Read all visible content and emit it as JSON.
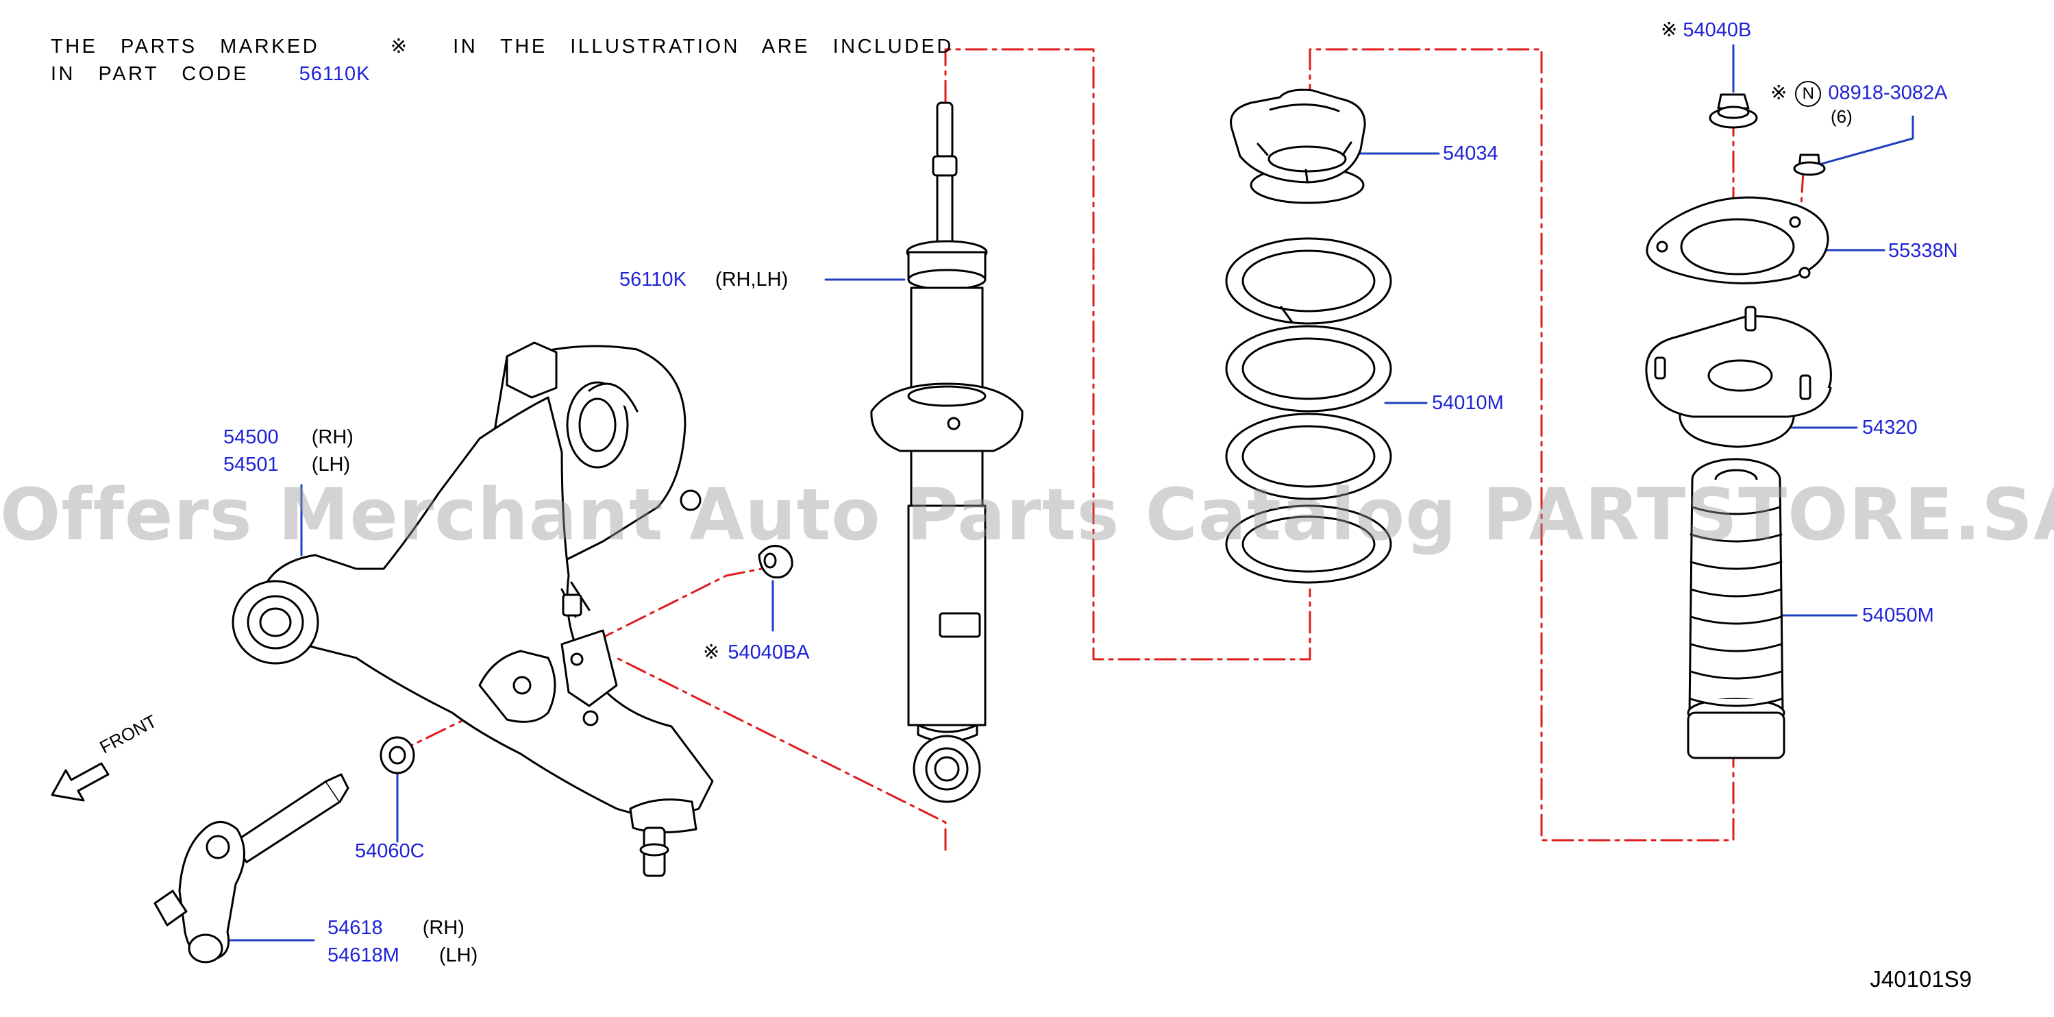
{
  "note": {
    "line1_a": "THE PARTS MARKED",
    "mark": "※",
    "line1_b": "IN THE ILLUSTRATION ARE INCLUDED",
    "line2_a": "IN PART CODE",
    "line2_code": "56110K"
  },
  "labels": {
    "p56110K": "56110K",
    "p56110K_side": "(RH,LH)",
    "p54034": "54034",
    "p54010M": "54010M",
    "p54040B_mark": "※",
    "p54040B": "54040B",
    "p08918_mark": "※",
    "p08918_n": "N",
    "p08918": "08918-3082A",
    "p08918_qty": "(6)",
    "p55338N": "55338N",
    "p54320": "54320",
    "p54050M": "54050M",
    "p54500": "54500",
    "p54500_side": "(RH)",
    "p54501": "54501",
    "p54501_side": "(LH)",
    "p54040BA_mark": "※",
    "p54040BA": "54040BA",
    "p54060C": "54060C",
    "p54618": "54618",
    "p54618_side": "(RH)",
    "p54618M": "54618M",
    "p54618M_side": "(LH)",
    "front": "FRONT"
  },
  "watermark": "Offers Merchant Auto Parts Catalog PARTSTORE.SA",
  "diagram_id": "J40101S9",
  "colors": {
    "part_number": "#1f23d6",
    "leader": "#1f3fbf",
    "dash": "#e01b1b",
    "ink": "#000000"
  }
}
